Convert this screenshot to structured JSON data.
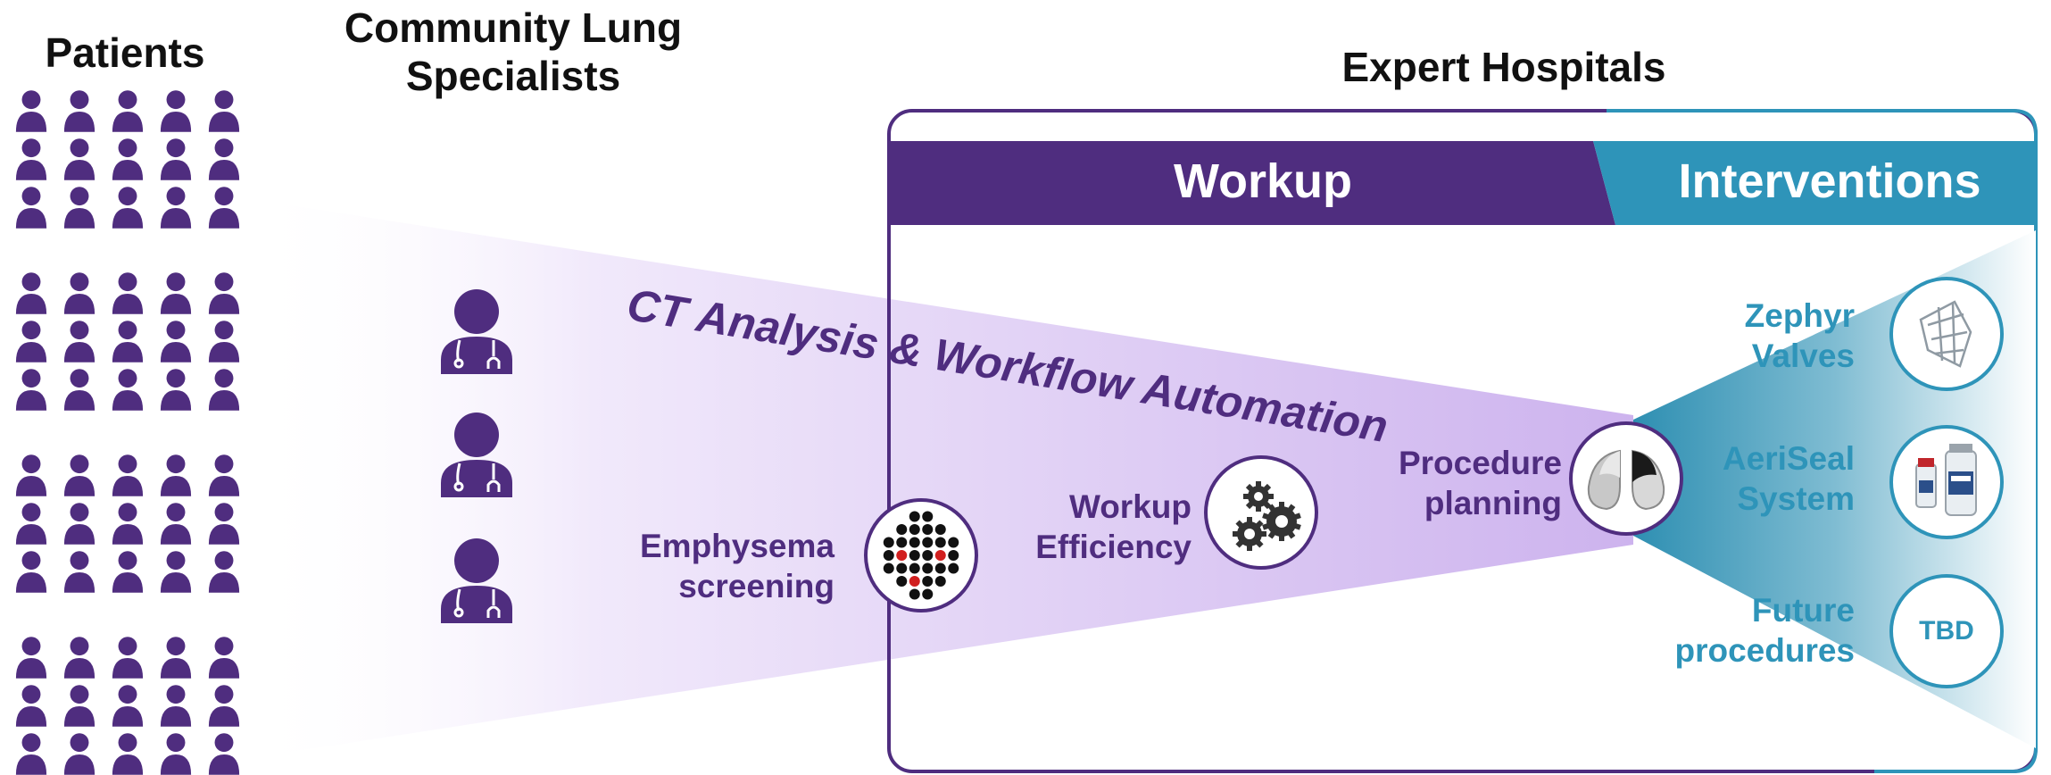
{
  "columns": {
    "patients": "Patients",
    "specialists_line1": "Community Lung",
    "specialists_line2": "Specialists",
    "hospitals": "Expert Hospitals"
  },
  "banner": {
    "workup": "Workup",
    "interventions": "Interventions"
  },
  "pipeline_label": "CT Analysis & Workflow Automation",
  "stages": [
    {
      "line1": "Emphysema",
      "line2": "screening",
      "icon": "dot-grid-icon"
    },
    {
      "line1": "Workup",
      "line2": "Efficiency",
      "icon": "gears-icon"
    },
    {
      "line1": "Procedure",
      "line2": "planning",
      "icon": "lungs-icon"
    }
  ],
  "interventions": [
    {
      "line1": "Zephyr",
      "line2": "Valves",
      "icon": "valve-icon"
    },
    {
      "line1": "AeriSeal",
      "line2": "System",
      "icon": "vials-icon"
    },
    {
      "line1": "Future",
      "line2": "procedures",
      "icon_text": "TBD"
    }
  ],
  "colors": {
    "purple": "#4f2d7f",
    "teal": "#2e94b9",
    "light_purple": "#d7c2f2",
    "red_dot": "#d11f1f"
  },
  "counts": {
    "patient_groups": 4,
    "patients_per_group": 15,
    "specialists": 3
  }
}
